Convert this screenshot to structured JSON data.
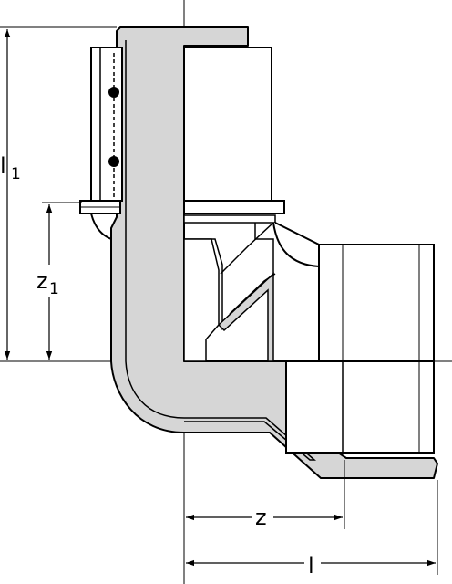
{
  "labels": {
    "l1": {
      "main": "l",
      "sub": "1"
    },
    "z1": {
      "main": "z",
      "sub": "1"
    },
    "z": "z",
    "l": "l"
  },
  "colors": {
    "stroke": "#000000",
    "body_fill": "#d6d6d6",
    "paper": "#ffffff"
  }
}
